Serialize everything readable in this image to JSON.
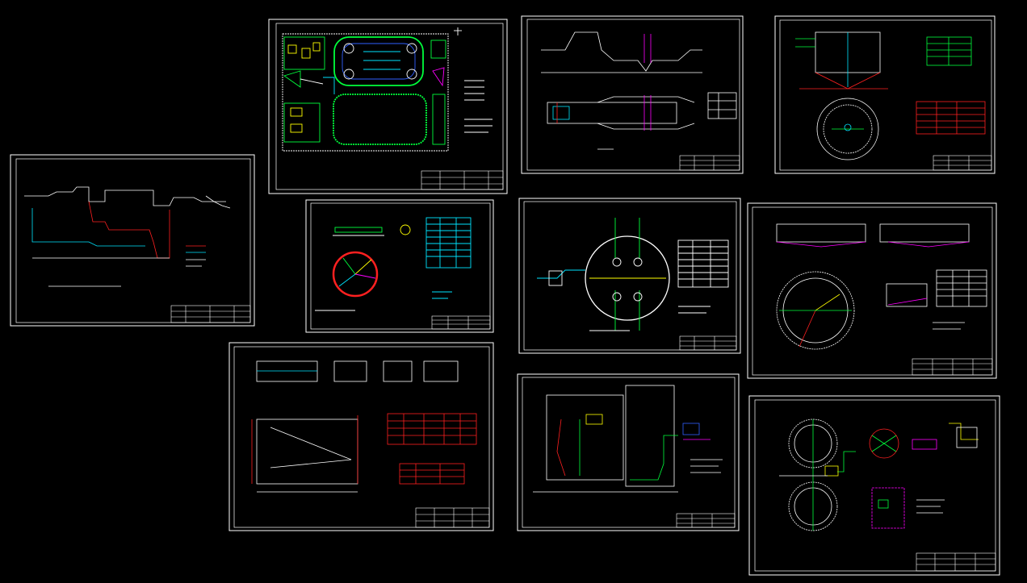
{
  "app": {
    "background": "#000000",
    "frame_color": "#ffffff"
  },
  "sheets": [
    {
      "id": "process-flow-profile",
      "kind": "profile"
    },
    {
      "id": "general-site-plan",
      "kind": "siteplan"
    },
    {
      "id": "grit-chamber",
      "kind": "longsection"
    },
    {
      "id": "primary-settling-tank",
      "kind": "tank-elevation"
    },
    {
      "id": "distribution-well-detail",
      "kind": "circular-detail"
    },
    {
      "id": "pump-station-plan",
      "kind": "pump-circle"
    },
    {
      "id": "secondary-clarifier",
      "kind": "clarifier"
    },
    {
      "id": "sludge-thickener",
      "kind": "rect-tank"
    },
    {
      "id": "sludge-pump-house",
      "kind": "section"
    },
    {
      "id": "digester-layout",
      "kind": "twin-circle"
    }
  ],
  "side_label": "",
  "colors": {
    "white": "#ffffff",
    "red": "#ff2020",
    "green": "#00ff3c",
    "cyan": "#00e5ff",
    "yellow": "#ffff00",
    "magenta": "#ff00ff",
    "blue": "#3060ff",
    "gray": "#9a9a9a"
  }
}
